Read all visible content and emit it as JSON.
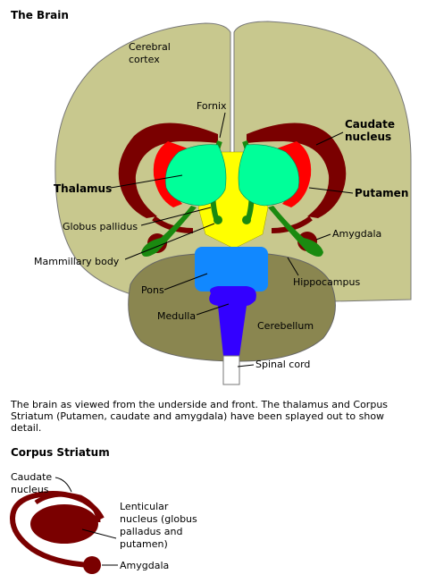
{
  "title": "The Brain",
  "labels": {
    "cerebral_cortex_1": "Cerebral",
    "cerebral_cortex_2": "cortex",
    "fornix": "Fornix",
    "caudate_1": "Caudate",
    "caudate_2": "nucleus",
    "thalamus": "Thalamus",
    "putamen": "Putamen",
    "globus_pallidus": "Globus pallidus",
    "amygdala": "Amygdala",
    "mammillary_body": "Mammillary body",
    "hippocampus": "Hippocampus",
    "pons": "Pons",
    "medulla": "Medulla",
    "cerebellum": "Cerebellum",
    "spinal_cord": "Spinal cord"
  },
  "caption": "The brain as viewed from the underside and front.  The thalamus and Corpus Striatum (Putamen, caudate and amygdala) have been splayed out to show detail.",
  "section2_title": "Corpus Striatum",
  "striatum_labels": {
    "caudate_1": "Caudate",
    "caudate_2": "nucleus",
    "lenticular_1": "Lenticular",
    "lenticular_2": "nucleus (globus",
    "lenticular_3": "palladus and",
    "lenticular_4": "putamen)",
    "amygdala": "Amygdala"
  },
  "colors": {
    "cortex": "#c8c88e",
    "cerebellum": "#8a8650",
    "caudate": "#7a0000",
    "putamen": "#ff0000",
    "thalamus": "#00ff99",
    "globus_fornix": "#1a8a10",
    "hypothalamus": "#ffff00",
    "pons": "#1188ff",
    "medulla": "#3300ff"
  }
}
